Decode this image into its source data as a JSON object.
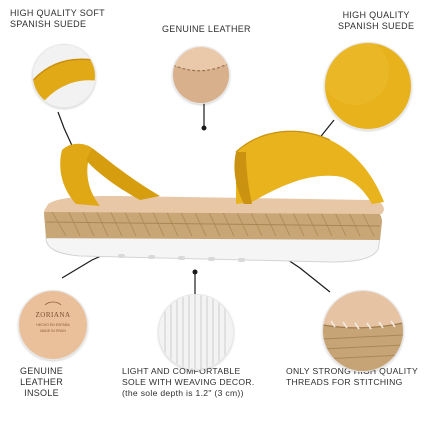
{
  "labels": {
    "top_left": [
      "HIGH QUALITY SOFT",
      "SPANISH SUEDE"
    ],
    "top_center": [
      "GENUINE LEATHER"
    ],
    "top_right": [
      "HIGH QUALITY",
      "SPANISH SUEDE"
    ],
    "bottom_left": [
      "GENUINE",
      "LEATHER",
      "INSOLE"
    ],
    "bottom_center": [
      "LIGHT AND COMFORTABLE",
      "SOLE WITH WEAVING DECOR.",
      "(the sole depth is 1.2\" (3 cm))"
    ],
    "bottom_right": [
      "ONLY STRONG HIGH QUALITY",
      "THREADS FOR STITCHING"
    ]
  },
  "insole_logo": {
    "brand": "ZORIANA",
    "sub1": "HECHO EN ESPAÑA",
    "sub2": "MADE IN SPAIN"
  },
  "colors": {
    "suede": "#e7b21c",
    "leather": "#e7c9ab",
    "jute": "#c7a574",
    "sole": "#f6f6f6"
  }
}
